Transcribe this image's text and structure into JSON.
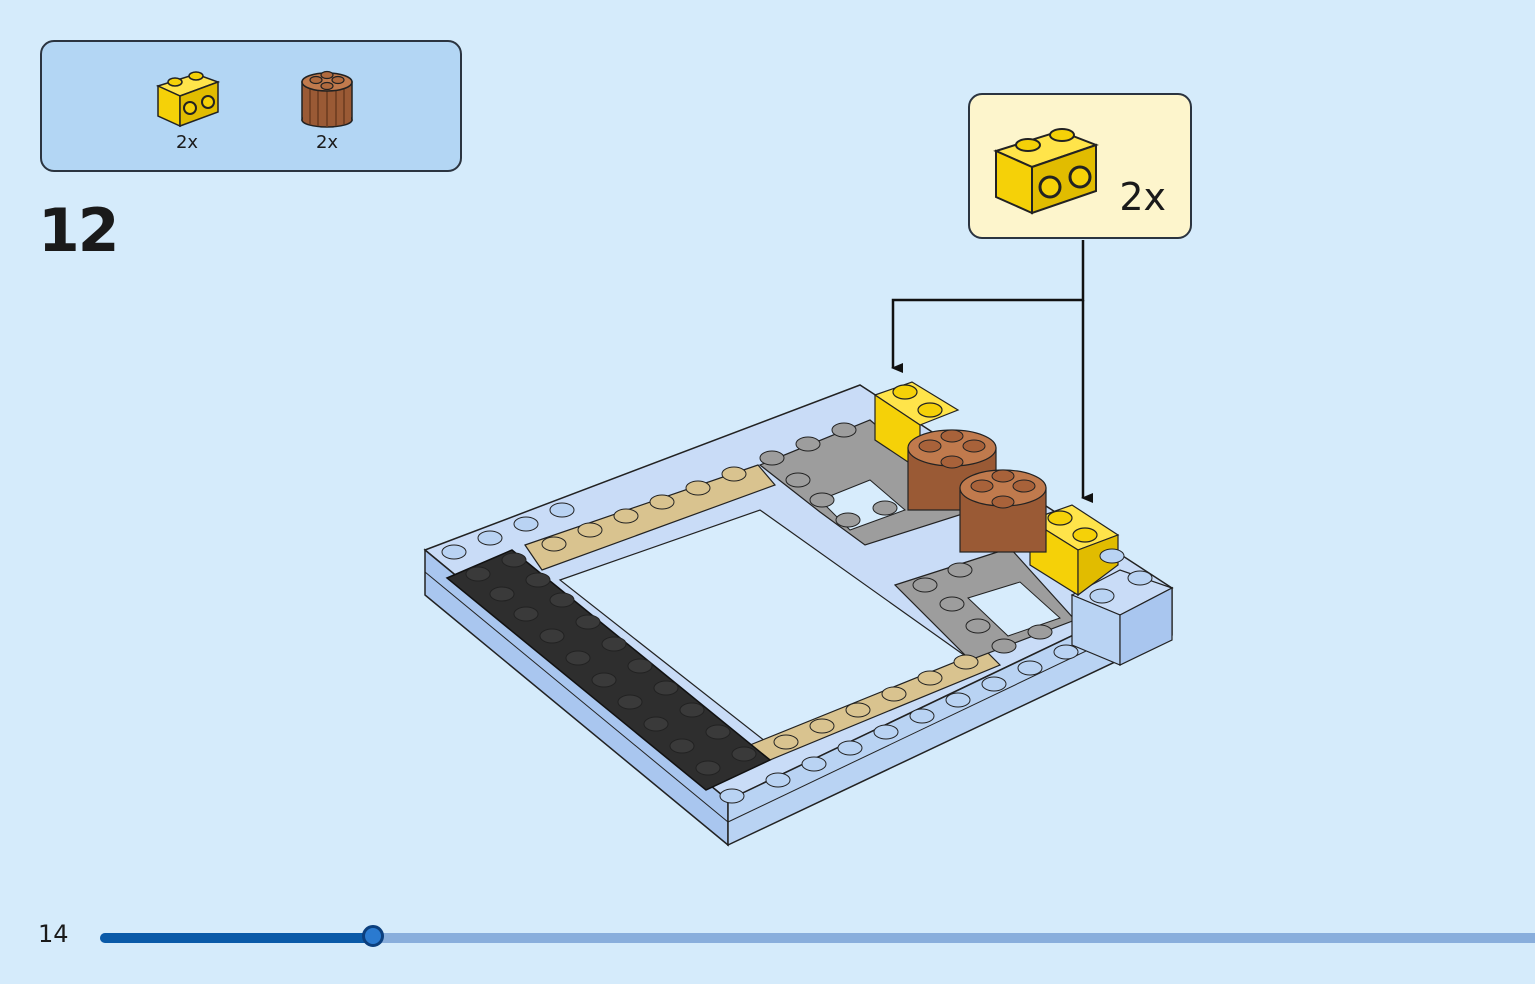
{
  "parts_list": {
    "items": [
      {
        "icon": "yellow-brick-1x2-with-side-studs-icon",
        "qty": "2x",
        "color": "#f5d108"
      },
      {
        "icon": "brown-round-brick-2x2-icon",
        "qty": "2x",
        "color": "#a0603a"
      }
    ]
  },
  "step": {
    "number": "12"
  },
  "callout": {
    "icon": "yellow-brick-1x2-with-side-studs-icon",
    "qty": "2x"
  },
  "page": {
    "number": "14"
  },
  "progress": {
    "fraction": 0.19
  },
  "colors": {
    "background": "#d5ebfb",
    "panel": "#b3d6f4",
    "callout": "#fdf5cc",
    "accent": "#0a5aa8",
    "yellow": "#f5d108",
    "brown": "#a0603a",
    "tan": "#d9c38f",
    "grey": "#9d9d9d",
    "black": "#2e2e2e",
    "light_blue": "#b9d3f3"
  }
}
